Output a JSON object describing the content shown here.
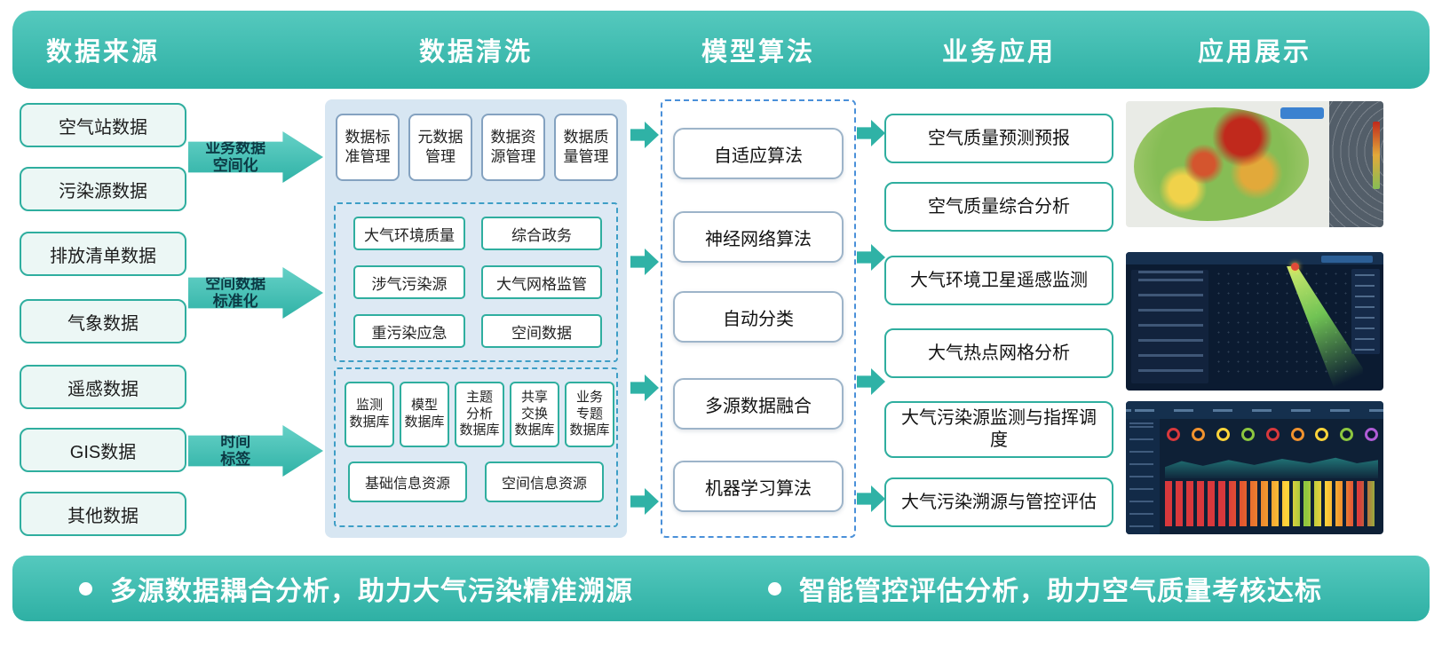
{
  "header": {
    "columns": [
      "数据来源",
      "数据清洗",
      "模型算法",
      "业务应用",
      "应用展示"
    ]
  },
  "sources": {
    "items": [
      "空气站数据",
      "污染源数据",
      "排放清单数据",
      "气象数据",
      "遥感数据",
      "GIS数据",
      "其他数据"
    ]
  },
  "flow_arrows": {
    "items": [
      "业务数据\n空间化",
      "空间数据\n标准化",
      "时间\n标签"
    ]
  },
  "cleaning": {
    "management": [
      "数据标\n准管理",
      "元数据\n管理",
      "数据资\n源管理",
      "数据质\n量管理"
    ],
    "themes": [
      "大气环境质量",
      "综合政务",
      "涉气污染源",
      "大气网格监管",
      "重污染应急",
      "空间数据"
    ],
    "databases": [
      "监测\n数据库",
      "模型\n数据库",
      "主题\n分析\n数据库",
      "共享\n交换\n数据库",
      "业务\n专题\n数据库"
    ],
    "resources": [
      "基础信息资源",
      "空间信息资源"
    ]
  },
  "models": {
    "items": [
      "自适应算法",
      "神经网络算法",
      "自动分类",
      "多源数据融合",
      "机器学习算法"
    ]
  },
  "applications": {
    "items": [
      "空气质量预测预报",
      "空气质量综合分析",
      "大气环境卫星遥感监测",
      "大气热点网格分析",
      "大气污染源监测与指挥调\n度",
      "大气污染溯源与管控评估"
    ]
  },
  "footer": {
    "items": [
      "多源数据耦合分析，助力大气污染精准溯源",
      "智能管控评估分析，助力空气质量考核达标"
    ]
  },
  "colors": {
    "teal_primary": "#2eb0a4",
    "teal_border": "#2fae9f",
    "panel_blue": "#d7e6f2",
    "dashed_teal_blue": "#3e9ec6",
    "dashed_model_blue": "#4a90d9"
  }
}
